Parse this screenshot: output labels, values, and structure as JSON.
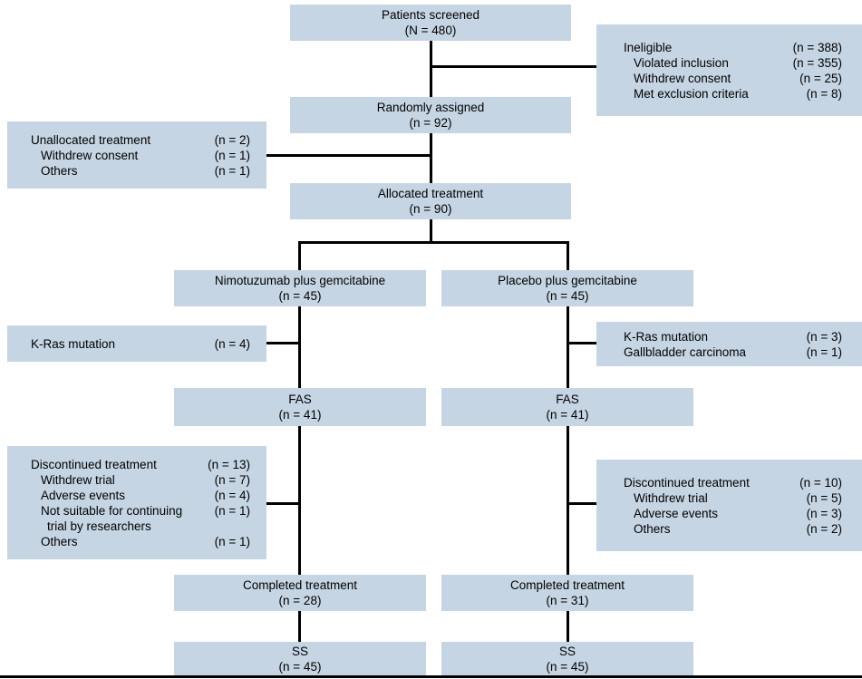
{
  "diagram": {
    "title": "CONSORT patient flow diagram",
    "box_fill": "#c6d5e3",
    "line_color": "#000000",
    "background": "#ffffff"
  },
  "nodes": {
    "screened": {
      "line1": "Patients screened",
      "line2": "(N = 480)"
    },
    "ineligible": {
      "rows": [
        {
          "label": "Ineligible",
          "n": "(n = 388)"
        },
        {
          "label": "Violated inclusion",
          "n": "(n = 355)"
        },
        {
          "label": "Withdrew consent",
          "n": "(n = 25)"
        },
        {
          "label": "Met exclusion criteria",
          "n": "(n = 8)"
        }
      ]
    },
    "randomized": {
      "line1": "Randomly assigned",
      "line2": "(n = 92)"
    },
    "unallocated": {
      "rows": [
        {
          "label": "Unallocated treatment",
          "n": "(n = 2)"
        },
        {
          "label": "Withdrew consent",
          "n": "(n = 1)"
        },
        {
          "label": "Others",
          "n": "(n = 1)"
        }
      ]
    },
    "allocated": {
      "line1": "Allocated treatment",
      "line2": "(n = 90)"
    },
    "arm_left": {
      "line1": "Nimotuzumab plus gemcitabine",
      "line2": "(n = 45)"
    },
    "arm_right": {
      "line1": "Placebo plus gemcitabine",
      "line2": "(n = 45)"
    },
    "excl_left": {
      "rows": [
        {
          "label": "K-Ras mutation",
          "n": "(n = 4)"
        }
      ]
    },
    "excl_right": {
      "rows": [
        {
          "label": "K-Ras mutation",
          "n": "(n = 3)"
        },
        {
          "label": "Gallbladder carcinoma",
          "n": "(n = 1)"
        }
      ]
    },
    "fas_left": {
      "line1": "FAS",
      "line2": "(n = 41)"
    },
    "fas_right": {
      "line1": "FAS",
      "line2": "(n = 41)"
    },
    "disc_left": {
      "rows": [
        {
          "label": "Discontinued treatment",
          "n": "(n = 13)"
        },
        {
          "label": "Withdrew trial",
          "n": "(n = 7)"
        },
        {
          "label": "Adverse events",
          "n": "(n = 4)"
        },
        {
          "label": "Not suitable for continuing",
          "n": "(n = 1)"
        },
        {
          "label": "trial by researchers",
          "n": ""
        },
        {
          "label": "Others",
          "n": "(n = 1)"
        }
      ]
    },
    "disc_right": {
      "rows": [
        {
          "label": "Discontinued treatment",
          "n": "(n = 10)"
        },
        {
          "label": "Withdrew trial",
          "n": "(n = 5)"
        },
        {
          "label": "Adverse events",
          "n": "(n = 3)"
        },
        {
          "label": "Others",
          "n": "(n = 2)"
        }
      ]
    },
    "completed_left": {
      "line1": "Completed treatment",
      "line2": "(n = 28)"
    },
    "completed_right": {
      "line1": "Completed treatment",
      "line2": "(n = 31)"
    },
    "ss_left": {
      "line1": "SS",
      "line2": "(n = 45)"
    },
    "ss_right": {
      "line1": "SS",
      "line2": "(n = 45)"
    }
  }
}
